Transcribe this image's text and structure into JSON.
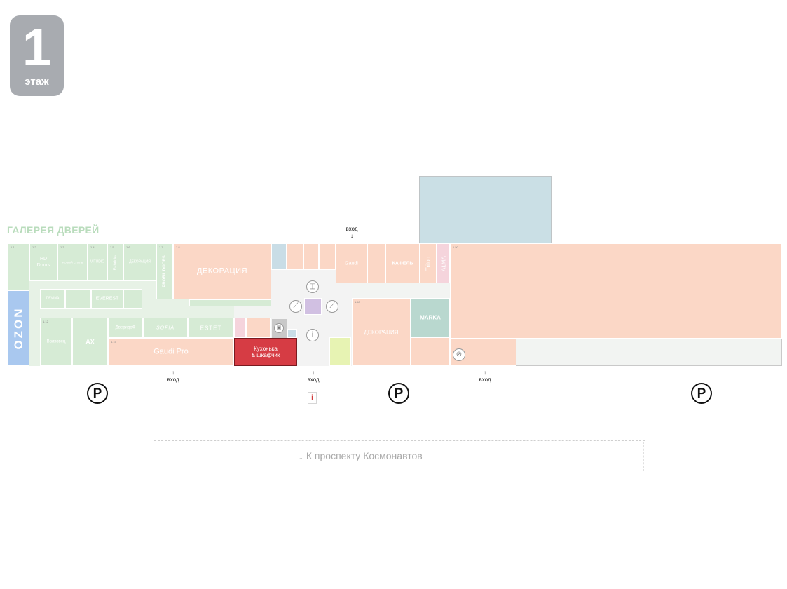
{
  "floor": {
    "number": "1",
    "word": "этаж"
  },
  "gallery_title": "ГАЛЕРЕЯ ДВЕРЕЙ",
  "stores": {
    "ozon": "OZON",
    "hd_doors": "HD\nDoors",
    "novyi_stil": "НОВЫЙ СТИЛЬ",
    "vitudio": "VITUDIO",
    "fabricka": "Fabricka",
    "dekoraciya_small": "ДЕКОРАЦИЯ",
    "profil_doors": "PROFIL DOORS",
    "dekoraciya_main": "ДЕКОРАЦИЯ",
    "dekoraciya_second": "ДЕКОРАЦИЯ",
    "devina": "DEVINA",
    "everest": "EVEREST",
    "volhovec": "Волховец",
    "ax": "AX",
    "dveridoff": "ДверидоФ",
    "sofia": "SOFIA",
    "estet": "ESTET",
    "gaudi_pro": "Gaudi Pro",
    "gaudi": "Gaudi",
    "kafel": "КАФЕЛЬ",
    "triton": "Triton",
    "alma": "ALMA",
    "marka": "MARKA",
    "featured_store": "Кухонька\n& шкафчик"
  },
  "entrance_label": "вход",
  "entrance_arrow_down": "↓",
  "entrance_arrow_up": "↑",
  "parking_symbol": "P",
  "info_symbol": "i",
  "direction_arrow": "↓",
  "direction_text": "К проспекту Космонавтов",
  "icons": [
    "gift-icon",
    "escalator-icon",
    "info-icon",
    "parking-icon",
    "no-entry-icon"
  ],
  "colors": {
    "gallery_green": "#d6ebd5",
    "store_orange": "#fbd7c6",
    "ozon_blue": "#a9c8ef",
    "featured_red": "#d63c44",
    "annex_blue": "#cadfe5"
  }
}
